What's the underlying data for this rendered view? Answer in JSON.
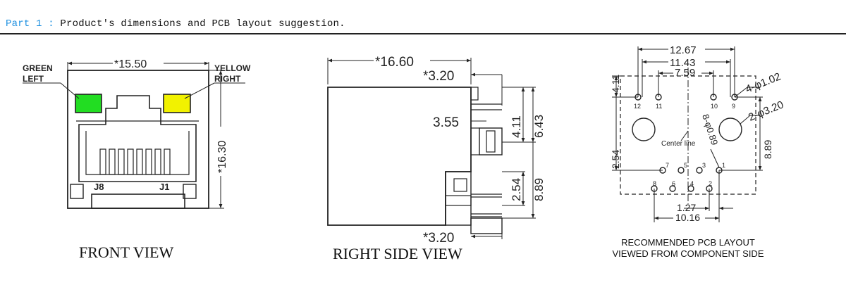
{
  "header": {
    "part_label": "Part 1 :",
    "description": "Product's dimensions and PCB layout suggestion."
  },
  "front_view": {
    "caption": "FRONT VIEW",
    "width_dim": "*15.50",
    "height_dim": "*16.30",
    "green_label_1": "GREEN",
    "green_label_2": "LEFT",
    "yellow_label_1": "YELLOW",
    "yellow_label_2": "RIGHT",
    "j8": "J8",
    "j1": "J1",
    "led_green_color": "#22dd22",
    "led_yellow_color": "#f2f200"
  },
  "side_view": {
    "caption": "RIGHT SIDE VIEW",
    "d_16_60": "*16.60",
    "d_3_20_top": "*3.20",
    "d_3_55": "3.55",
    "d_4_11": "4.11",
    "d_6_43": "6.43",
    "d_2_54": "2.54",
    "d_8_89": "8.89",
    "d_3_20_bottom": "*3.20"
  },
  "pcb_layout": {
    "caption_1": "RECOMMENDED PCB LAYOUT",
    "caption_2": "VIEWED FROM COMPONENT SIDE",
    "d_12_67": "12.67",
    "d_11_43": "11.43",
    "d_7_59": "7.59",
    "d_4_11": "4.11",
    "d_1_02": "4-φ1.02",
    "d_3_20": "2-φ3.20",
    "d_0_89": "8-φ0.89",
    "centerline": "Center line",
    "d_2_54": "2.54",
    "d_8_89": "8.89",
    "d_1_27": "1.27",
    "d_10_16": "10.16",
    "pins": [
      "1",
      "2",
      "3",
      "4",
      "5",
      "6",
      "7",
      "8",
      "9",
      "10",
      "11",
      "12"
    ]
  }
}
